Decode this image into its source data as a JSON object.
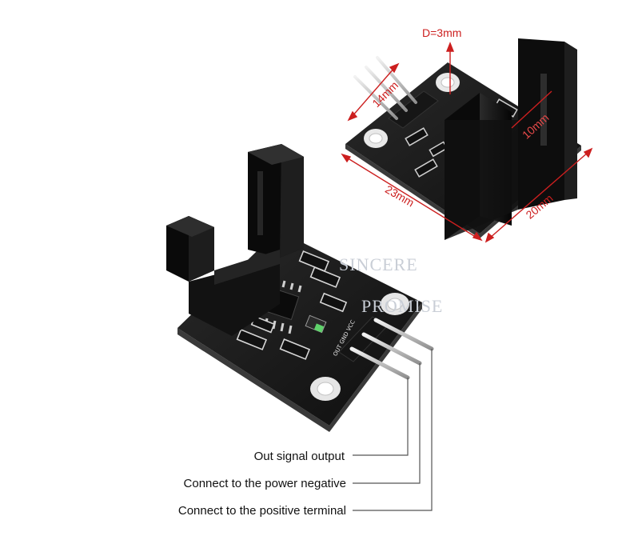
{
  "labels": {
    "out": "Out signal output",
    "gnd": "Connect to the power negative",
    "vcc": "Connect to the positive terminal"
  },
  "dimensions": {
    "d": "D=3mm",
    "pin_len": "14mm",
    "height": "10mm",
    "width": "23mm",
    "depth": "20mm"
  },
  "silkscreen": {
    "pins": "OUT GND VCC"
  },
  "watermark": {
    "line1": "SINCERE",
    "line2": "PROMISE"
  },
  "colors": {
    "pcb": "#141414",
    "dimension": "#cc1f1f",
    "label_line": "#555555"
  }
}
